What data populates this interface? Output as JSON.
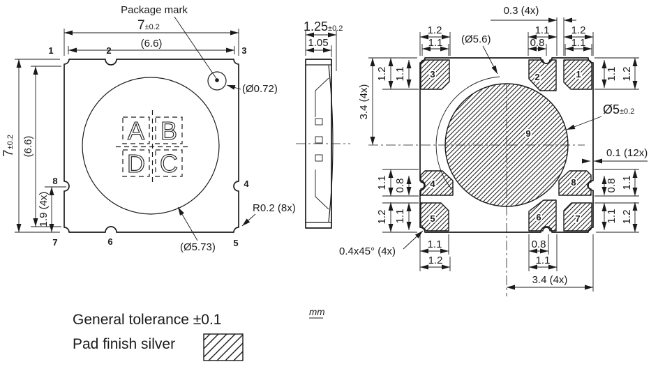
{
  "colors": {
    "line": "#1a1a1a",
    "background": "#ffffff"
  },
  "top_view": {
    "package_mark_label": "Package mark",
    "dims": {
      "width_val": "7",
      "width_tol": "±0.2",
      "width_ref": "(6.6)",
      "height_val": "7",
      "height_tol": "±0.2",
      "height_ref": "(6.6)",
      "notch_offset": "1.9 (4x)",
      "mark_dia": "(Ø0.72)",
      "seam_dia": "(Ø5.73)",
      "corner_radius": "R0.2 (8x)"
    },
    "pins": {
      "p1": "1",
      "p2": "2",
      "p3": "3",
      "p4": "4",
      "p5": "5",
      "p6": "6",
      "p7": "7",
      "p8": "8"
    },
    "marking": {
      "a": "A",
      "b": "B",
      "d": "D",
      "c": "C"
    }
  },
  "side_view": {
    "dims": {
      "total_val": "1.25",
      "total_tol": "±0.2",
      "body": "1.05"
    }
  },
  "bottom_view": {
    "dims": {
      "gap": "0.3 (4x)",
      "seam_dia": "(Ø5.6)",
      "pad9_val": "Ø5",
      "pad9_tol": "±0.2",
      "inset": "0.1 (12x)",
      "chamfer": "0.4x45° (4x)",
      "span_v": "3.4 (4x)",
      "span_h": "3.4 (4x)",
      "pad3_w": "1.2",
      "pad3_w2": "1.1",
      "pad2_w": "1.1",
      "pad2_n": "0.8",
      "pad1_w": "1.2",
      "pad1_w2": "1.1",
      "l_top_o": "1.2",
      "l_top_i": "1.1",
      "l_mid_o": "1.1",
      "l_mid_i": "0.8",
      "l_bot_o": "1.2",
      "l_bot_i": "1.1",
      "r_top_i": "1.1",
      "r_top_o": "1.2",
      "r_mid_i": "0.8",
      "r_mid_o": "1.1",
      "r_bot_i": "1.1",
      "r_bot_o": "1.2",
      "pad5_b1": "1.1",
      "pad5_b2": "1.2",
      "pad6_b1": "0.8",
      "pad6_b2": "1.1"
    },
    "pads": {
      "p1": "1",
      "p2": "2",
      "p3": "3",
      "p4": "4",
      "p5": "5",
      "p6": "6",
      "p7": "7",
      "p8": "8",
      "p9": "9"
    }
  },
  "notes": {
    "general_tolerance": "General tolerance ±0.1",
    "pad_finish": "Pad finish silver",
    "units": "mm"
  }
}
